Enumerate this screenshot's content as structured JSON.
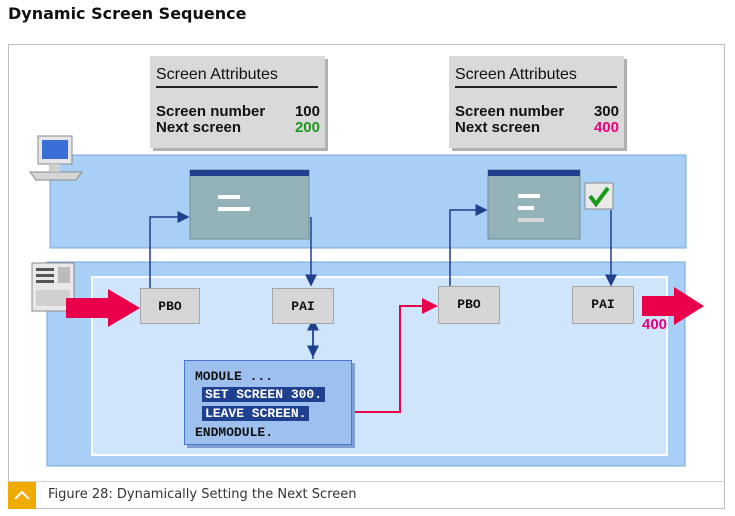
{
  "header": {
    "title": "Dynamic Screen Sequence"
  },
  "screens": [
    {
      "attributes_title": "Screen Attributes",
      "number_label": "Screen number",
      "number_value": "100",
      "next_label": "Next screen",
      "next_value": "200"
    },
    {
      "attributes_title": "Screen Attributes",
      "number_label": "Screen number",
      "number_value": "300",
      "next_label": "Next screen",
      "next_value": "400"
    }
  ],
  "blocks": {
    "pbo": "PBO",
    "pai": "PAI"
  },
  "code": {
    "line1": "MODULE ...",
    "line2": "SET SCREEN 300.",
    "line3": "LEAVE SCREEN.",
    "line4": "ENDMODULE."
  },
  "next_screen_label": "400",
  "caption": {
    "text": "Figure 28: Dynamically Setting the Next Screen"
  },
  "colors": {
    "green_value": "#1a9a1a",
    "magenta_value": "#e6007e",
    "arrow_red": "#e8004a",
    "panel_blue": "#a8cff5",
    "code_blue": "#1f3f8f"
  }
}
